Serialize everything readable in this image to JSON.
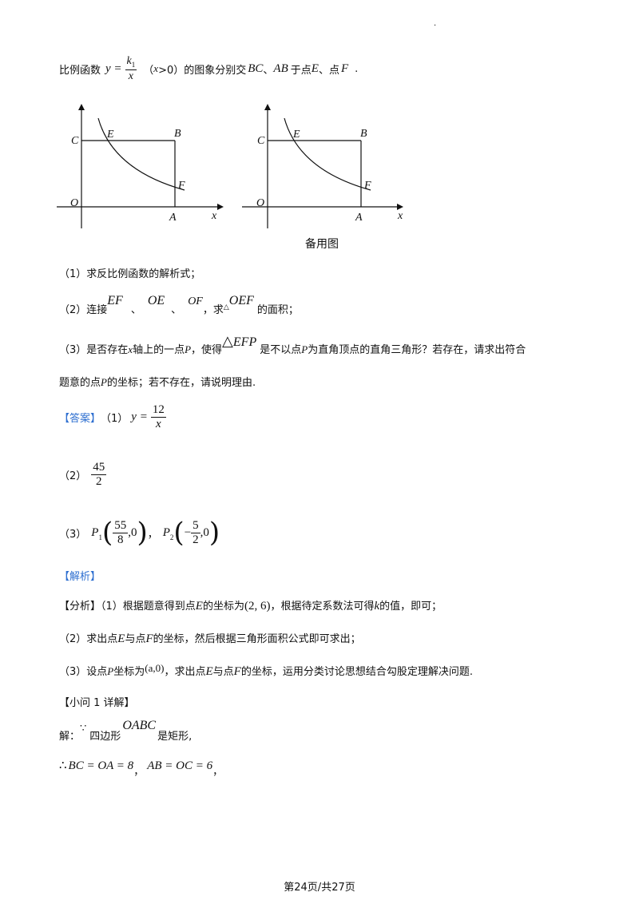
{
  "header_dot": ".",
  "intro": {
    "prefix": "比例函数",
    "func_lhs": "y =",
    "k_num": "k",
    "k_sub": "1",
    "den": "x",
    "cond": "（",
    "cond_var": "x",
    "cond_rest": ">0）的图象分别交",
    "seg1": "BC",
    "sep": "、",
    "seg2": "AB",
    "mid": "于点",
    "pt1": "E",
    "mid2": "、点",
    "pt2": "F",
    "end": "."
  },
  "figure": {
    "labels": {
      "C": "C",
      "E": "E",
      "B": "B",
      "O": "O",
      "A": "A",
      "F": "F",
      "x": "x"
    },
    "caption": "备用图"
  },
  "questions": {
    "q1": "（1）求反比例函数的解析式；",
    "q2_a": "（2）连接",
    "q2_ef": "EF",
    "q2_sep1": "、",
    "q2_oe": "OE",
    "q2_sep2": "、",
    "q2_of": "OF",
    "q2_b": "，求",
    "q2_tri": "△",
    "q2_oef": "OEF",
    "q2_c": "的面积；",
    "q3_a": "（3）是否存在",
    "q3_x": "x",
    "q3_b": "轴上的一点",
    "q3_p": "P",
    "q3_c": "，使得",
    "q3_tri": "△",
    "q3_efp": "EFP",
    "q3_d": "是不以点",
    "q3_p2": "P",
    "q3_e": "为直角顶点的直角三角形？若存在，请求出符合",
    "q3_line2_a": "题意的点",
    "q3_line2_p": "P",
    "q3_line2_b": "的坐标；若不存在，请说明理由."
  },
  "answer": {
    "tag": "【答案】",
    "a1_label": "（1）",
    "a1_lhs": "y =",
    "a1_num": "12",
    "a1_den": "x",
    "a2_label": "（2）",
    "a2_num": "45",
    "a2_den": "2",
    "a3_label": "（3）",
    "p1": "P",
    "p1_sub": "1",
    "p1_num": "55",
    "p1_den": "8",
    "p1_tail": ",0",
    "a3_sep": "，",
    "p2": "P",
    "p2_sub": "2",
    "p2_minus": "−",
    "p2_num": "5",
    "p2_den": "2",
    "p2_tail": ",0"
  },
  "analysis": {
    "tag": "【解析】",
    "fx_tag": "【分析】",
    "l1_a": "（1）根据题意得到点",
    "l1_e": "E",
    "l1_b": "的坐标为",
    "l1_coord": "(2, 6)",
    "l1_c": "，根据待定系数法可得",
    "l1_k": "k",
    "l1_d": "的值，即可；",
    "l2_a": "（2）求出点",
    "l2_e": "E",
    "l2_b": "与点",
    "l2_f": "F",
    "l2_c": "的坐标，然后根据三角形面积公式即可求出；",
    "l3_a": "（3）设点",
    "l3_p": "P",
    "l3_b": "坐标为",
    "l3_coord": "(a,0)",
    "l3_c": "，求出点",
    "l3_e": "E",
    "l3_d": "与点",
    "l3_f": "F",
    "l3_e2": "的坐标，运用分类讨论思想结合勾股定理解决问题."
  },
  "detail": {
    "tag": "【小问 1 详解】",
    "s1_a": "解：",
    "s1_because": "∵",
    "s1_b": "四边形",
    "s1_oabc": "OABC",
    "s1_c": "是矩形,",
    "s2_therefore": "∴",
    "s2_eq1": "BC = OA = 8",
    "s2_sep": "，",
    "s2_eq2": "AB = OC = 6",
    "s2_end": "，"
  },
  "footer": "第24页/共27页"
}
